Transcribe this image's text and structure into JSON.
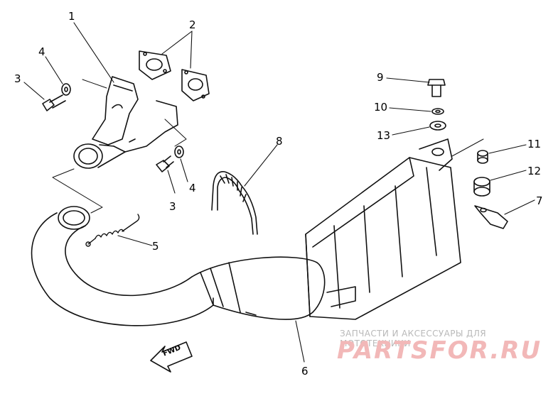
{
  "callouts": {
    "c1": "1",
    "c2": "2",
    "c3a": "3",
    "c3b": "3",
    "c4a": "4",
    "c4b": "4",
    "c5": "5",
    "c6": "6",
    "c7": "7",
    "c8": "8",
    "c9": "9",
    "c10": "10",
    "c11": "11",
    "c12": "12",
    "c13": "13"
  },
  "fwd_label": "FWD",
  "watermark": {
    "tagline": "ЗАПЧАСТИ И АКСЕССУАРЫ ДЛЯ МОТОТЕХНИКИ",
    "logo": "PARTSFOR.RU",
    "logo_color": "#f2b8b8"
  }
}
